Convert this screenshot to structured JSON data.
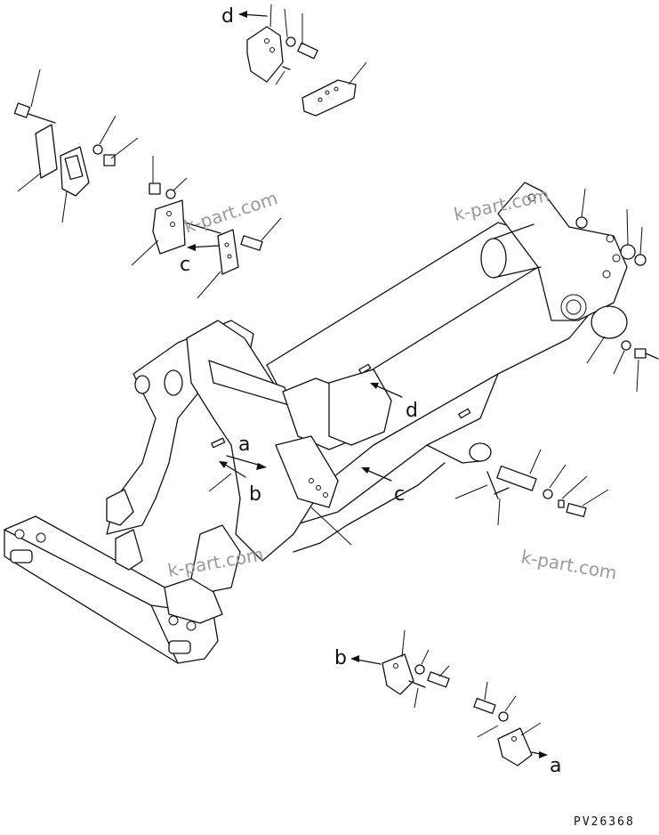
{
  "diagram": {
    "callout_letters": {
      "a_upper": "a",
      "b_upper": "b",
      "c_upper": "c",
      "c_left": "c",
      "d_upper": "d",
      "d_top": "d",
      "b_lower": "b",
      "a_lower": "a"
    },
    "watermarks": [
      "k-part.com",
      "k-part.com",
      "k-part.com",
      "k-part.com"
    ],
    "drawing_code": "PV26368"
  }
}
